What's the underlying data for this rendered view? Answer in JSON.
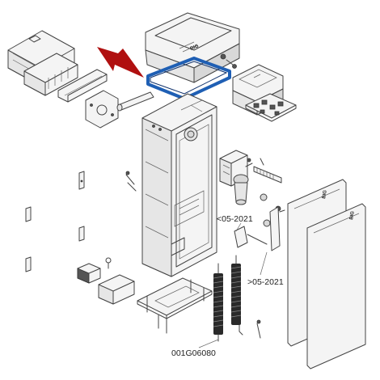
{
  "labels": {
    "revision_before": "<05-2021",
    "revision_after": ">05-2021",
    "part_code": "001G06080"
  },
  "colors": {
    "highlight_gasket": "#1f5fb4",
    "pointer_arrow": "#b01010",
    "line": "#444444"
  },
  "icons": {
    "pointer": "arrow-pointer-icon"
  }
}
